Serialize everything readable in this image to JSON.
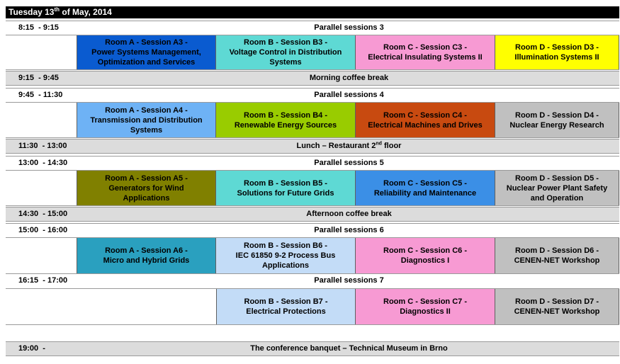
{
  "header": {
    "day": "Tuesday 13",
    "sup": "th",
    "rest": " of May, 2014"
  },
  "colors": {
    "a3": "#0a5bd0",
    "b3": "#5ed9d4",
    "c3": "#f79ad3",
    "d3": "#ffff00",
    "a4": "#6eb2f5",
    "b4": "#99cc00",
    "c4": "#c84a10",
    "d4": "#c0c0c0",
    "a5": "#808000",
    "b5": "#5ed9d4",
    "c5": "#3b8fe6",
    "d5": "#c0c0c0",
    "a6": "#2aa0bf",
    "b6": "#c3dcf7",
    "c6": "#f79ad3",
    "d6": "#c0c0c0",
    "b7": "#c3dcf7",
    "c7": "#f79ad3",
    "d7": "#c0c0c0",
    "grey_band": "#dcdcdc"
  },
  "rows": {
    "ps3": {
      "time": "8:15  - 9:15",
      "title": "Parallel sessions 3"
    },
    "coffee1": {
      "time": "9:15  - 9:45",
      "title": "Morning coffee break"
    },
    "ps4": {
      "time": "9:45  - 11:30",
      "title": "Parallel sessions 4"
    },
    "lunch": {
      "time": "11:30  - 13:00",
      "title_pre": "Lunch – Restaurant 2",
      "title_sup": "nd",
      "title_post": " floor"
    },
    "ps5": {
      "time": "13:00  - 14:30",
      "title": "Parallel sessions 5"
    },
    "coffee2": {
      "time": "14:30  - 15:00",
      "title": "Afternoon coffee break"
    },
    "ps6": {
      "time": "15:00  - 16:00",
      "title": "Parallel sessions 6"
    },
    "ps7": {
      "time": "16:15  - 17:00",
      "title": "Parallel sessions 7"
    },
    "banquet": {
      "time": "19:00  -",
      "title": "The conference banquet – Technical Museum in Brno"
    }
  },
  "sessions": {
    "a3": "Room A - Session A3 -\nPower Systems Management,\nOptimization and Services",
    "b3": "Room B - Session B3 -\nVoltage Control in Distribution\nSystems",
    "c3": "Room C - Session C3 -\nElectrical Insulating Systems II",
    "d3": "Room D - Session D3 -\nIllumination Systems II",
    "a4": "Room A - Session A4 -\nTransmission and Distribution\nSystems",
    "b4": "Room B - Session B4 -\nRenewable Energy Sources",
    "c4": "Room C - Session C4 -\nElectrical Machines and Drives",
    "d4": "Room D - Session D4 -\nNuclear Energy Research",
    "a5": "Room A - Session A5 -\nGenerators for Wind\nApplications",
    "b5": "Room B - Session B5 -\nSolutions for Future Grids",
    "c5": "Room C - Session C5 -\nReliability and Maintenance",
    "d5": "Room D - Session D5 -\nNuclear Power Plant Safety\nand Operation",
    "a6": "Room A - Session A6 -\nMicro and Hybrid Grids",
    "b6": "Room B - Session B6 -\nIEC 61850 9-2 Process Bus\nApplications",
    "c6": "Room C - Session C6 -\nDiagnostics I",
    "d6": "Room D - Session D6 -\nCENEN-NET Workshop",
    "b7": "Room B - Session B7 -\nElectrical Protections",
    "c7": "Room C - Session C7 -\nDiagnostics II",
    "d7": "Room D - Session D7 -\nCENEN-NET Workshop"
  }
}
